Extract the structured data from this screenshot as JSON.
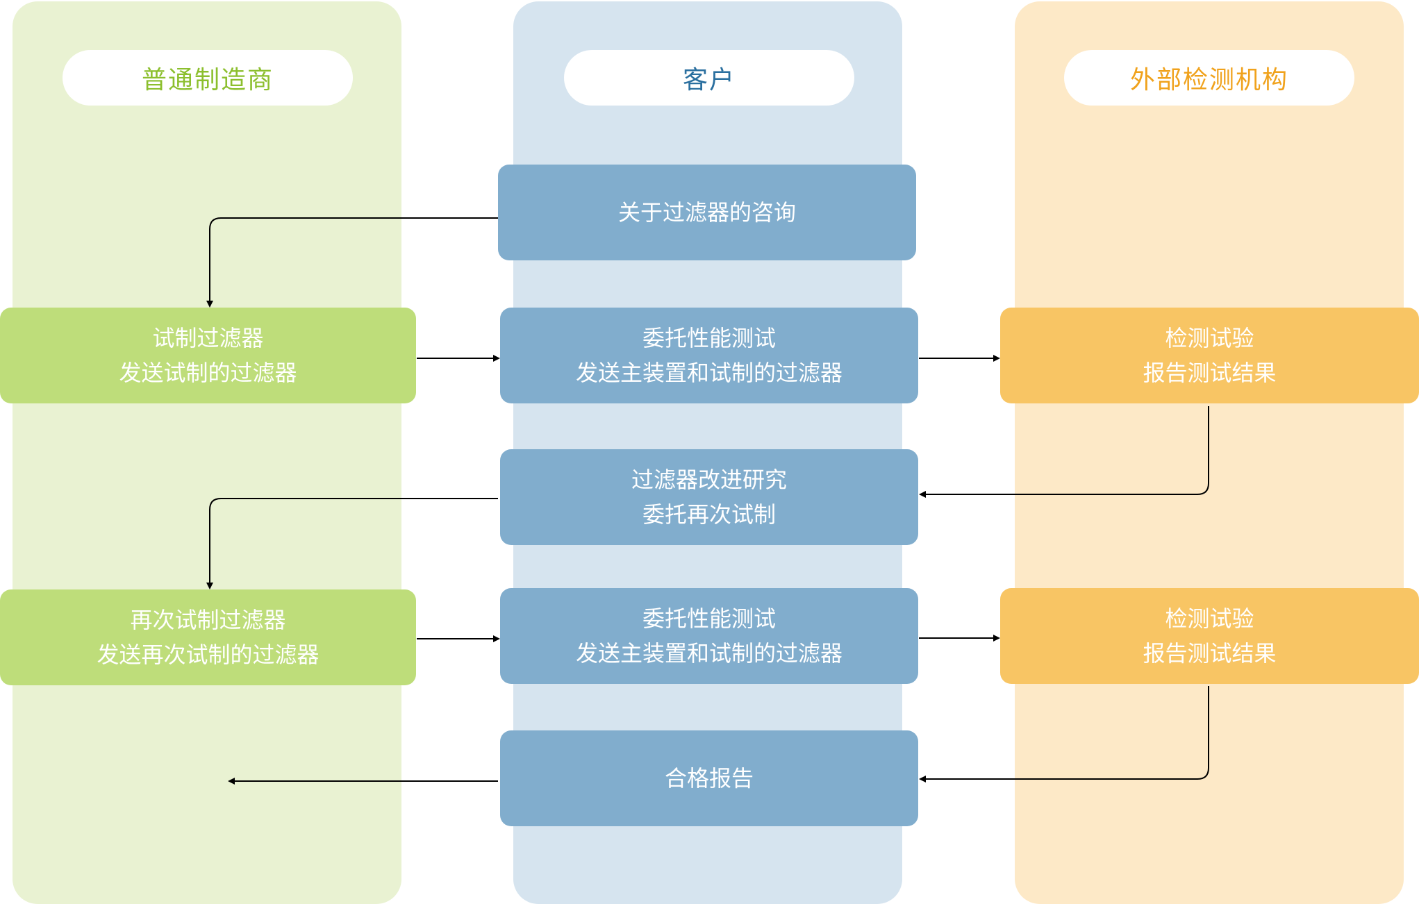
{
  "lanes": {
    "manufacturer": "普通制造商",
    "customer": "客户",
    "external": "外部检测机构"
  },
  "boxes": {
    "inquiry": [
      "关于过滤器的咨询"
    ],
    "trial": [
      "试制过滤器",
      "发送试制的过滤器"
    ],
    "commission1": [
      "委托性能测试",
      "发送主装置和试制的过滤器"
    ],
    "test1": [
      "检测试验",
      "报告测试结果"
    ],
    "improve": [
      "过滤器改进研究",
      "委托再次试制"
    ],
    "retrial": [
      "再次试制过滤器",
      "发送再次试制的过滤器"
    ],
    "commission2": [
      "委托性能测试",
      "发送主装置和试制的过滤器"
    ],
    "test2": [
      "检测试验",
      "报告测试结果"
    ],
    "report": [
      "合格报告"
    ]
  },
  "colors": {
    "manufacturer_lane": "#e9f2d2",
    "customer_lane": "#d6e4ef",
    "external_lane": "#fde9c7",
    "manufacturer_box": "#bedd7a",
    "customer_box": "#81adcd",
    "external_box": "#f8c564",
    "manufacturer_title": "#8cbf2e",
    "customer_title": "#2a6f9f",
    "external_title": "#f0a21c",
    "arrow": "#000000"
  }
}
